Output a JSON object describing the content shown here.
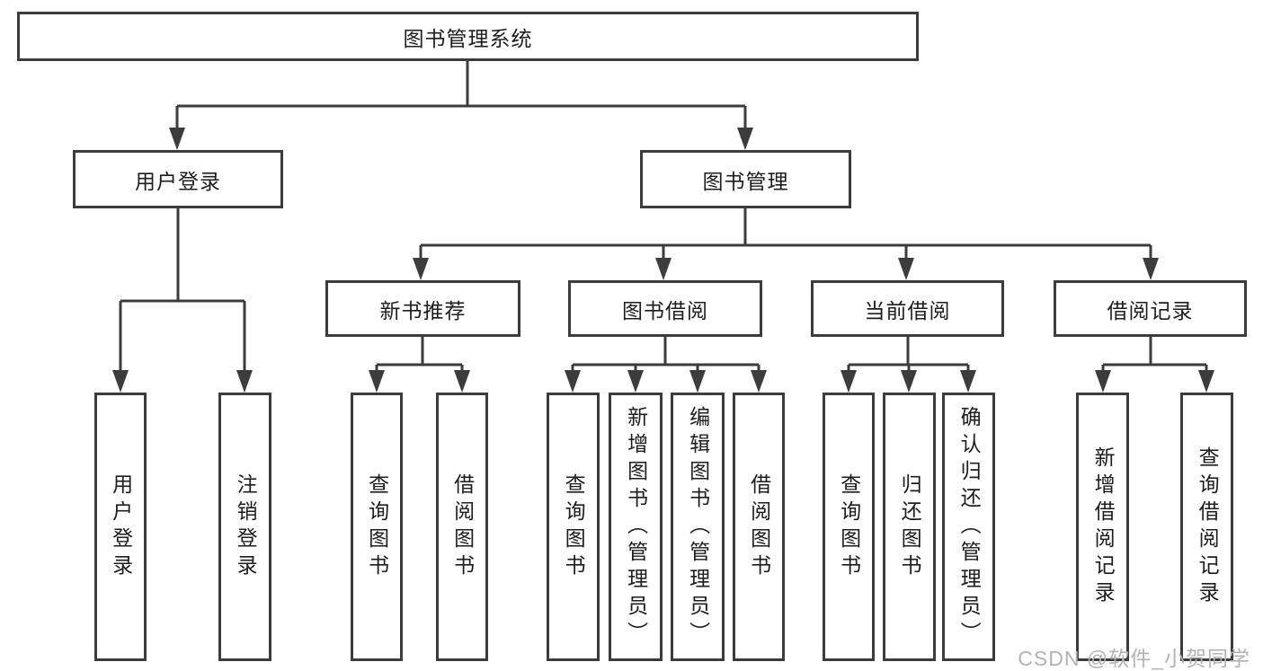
{
  "diagram": {
    "root": "图书管理系统",
    "level2": [
      {
        "label": "用户登录",
        "children": [
          {
            "label": "用户登录"
          },
          {
            "label": "注销登录"
          }
        ]
      },
      {
        "label": "图书管理",
        "sections": [
          {
            "label": "新书推荐",
            "children": [
              {
                "label": "查询图书"
              },
              {
                "label": "借阅图书"
              }
            ]
          },
          {
            "label": "图书借阅",
            "children": [
              {
                "label": "查询图书"
              },
              {
                "label": "新增图书（管理员）"
              },
              {
                "label": "编辑图书（管理员）"
              },
              {
                "label": "借阅图书"
              }
            ]
          },
          {
            "label": "当前借阅",
            "children": [
              {
                "label": "查询图书"
              },
              {
                "label": "归还图书"
              },
              {
                "label": "确认归还（管理员）"
              }
            ]
          },
          {
            "label": "借阅记录",
            "children": [
              {
                "label": "新增借阅记录"
              },
              {
                "label": "查询借阅记录"
              }
            ]
          }
        ]
      }
    ]
  },
  "watermark": "CSDN @软件_小贺同学",
  "colors": {
    "line": "#3c3c3c",
    "text": "#1d1d1d",
    "watermark": "#b3b3b3",
    "background": "#ffffff"
  }
}
